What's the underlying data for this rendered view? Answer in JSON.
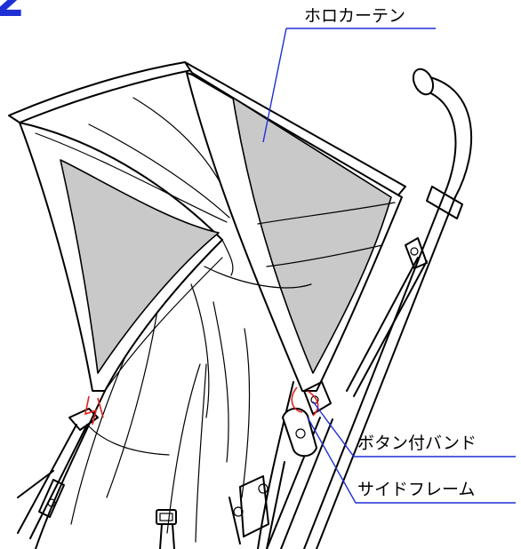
{
  "step_number": "2",
  "labels": {
    "canopy": "ホロカーテン",
    "button_band": "ボタン付バンド",
    "side_frame": "サイドフレーム"
  },
  "colors": {
    "leader_line": "#1f2fd6",
    "step_number": "#1f2fd6",
    "highlight": "#e0201c",
    "canopy_fill": "#c9c9c9"
  }
}
